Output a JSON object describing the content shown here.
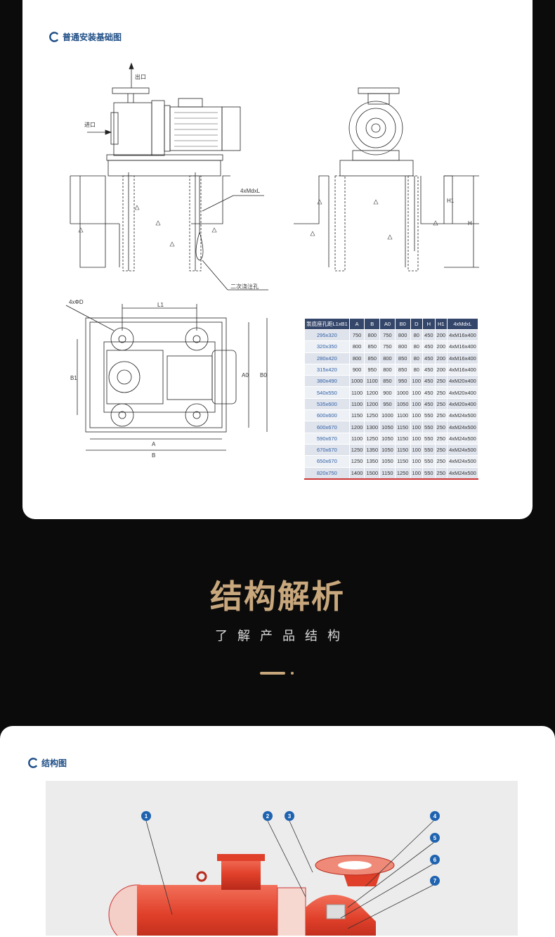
{
  "install": {
    "title": "普通安装基础图",
    "outlet_label": "出口",
    "inlet_label": "进口",
    "bolt_label": "4xMdxL",
    "grout_label": "二次浇注孔",
    "hole_label": "4xΦD",
    "dim_labels": {
      "L1": "L1",
      "B1": "B1",
      "A0": "A0",
      "B0": "B0",
      "A": "A",
      "B": "B",
      "H": "H",
      "H1": "H1"
    }
  },
  "table": {
    "headers": [
      "泵底座孔距L1xB1",
      "A",
      "B",
      "A0",
      "B0",
      "D",
      "H",
      "H1",
      "4xMdxL"
    ],
    "rows": [
      [
        "295x320",
        "750",
        "800",
        "750",
        "800",
        "80",
        "450",
        "200",
        "4xM16x400"
      ],
      [
        "320x350",
        "800",
        "850",
        "750",
        "800",
        "80",
        "450",
        "200",
        "4xM16x400"
      ],
      [
        "280x420",
        "800",
        "850",
        "800",
        "850",
        "80",
        "450",
        "200",
        "4xM16x400"
      ],
      [
        "315x420",
        "900",
        "950",
        "800",
        "850",
        "80",
        "450",
        "200",
        "4xM16x400"
      ],
      [
        "380x490",
        "1000",
        "1100",
        "850",
        "950",
        "100",
        "450",
        "250",
        "4xM20x400"
      ],
      [
        "540x550",
        "1100",
        "1200",
        "900",
        "1000",
        "100",
        "450",
        "250",
        "4xM20x400"
      ],
      [
        "535x600",
        "1100",
        "1200",
        "950",
        "1050",
        "100",
        "450",
        "250",
        "4xM20x400"
      ],
      [
        "600x600",
        "1150",
        "1250",
        "1000",
        "1100",
        "100",
        "550",
        "250",
        "4xM24x500"
      ],
      [
        "600x670",
        "1200",
        "1300",
        "1050",
        "1150",
        "100",
        "550",
        "250",
        "4xM24x500"
      ],
      [
        "590x670",
        "1100",
        "1250",
        "1050",
        "1150",
        "100",
        "550",
        "250",
        "4xM24x500"
      ],
      [
        "670x670",
        "1250",
        "1350",
        "1050",
        "1150",
        "100",
        "550",
        "250",
        "4xM24x500"
      ],
      [
        "650x670",
        "1250",
        "1350",
        "1050",
        "1150",
        "100",
        "550",
        "250",
        "4xM24x500"
      ],
      [
        "820x750",
        "1400",
        "1500",
        "1150",
        "1250",
        "100",
        "550",
        "250",
        "4xM24x500"
      ]
    ]
  },
  "section": {
    "title": "结构解析",
    "subtitle": "了解产品结构"
  },
  "structure": {
    "title": "结构图",
    "callouts": [
      "1",
      "2",
      "3",
      "4",
      "5",
      "6",
      "7"
    ]
  },
  "colors": {
    "accent_blue": "#1f4e86",
    "gold": "#c8a77d",
    "pump_red": "#e0402a"
  }
}
